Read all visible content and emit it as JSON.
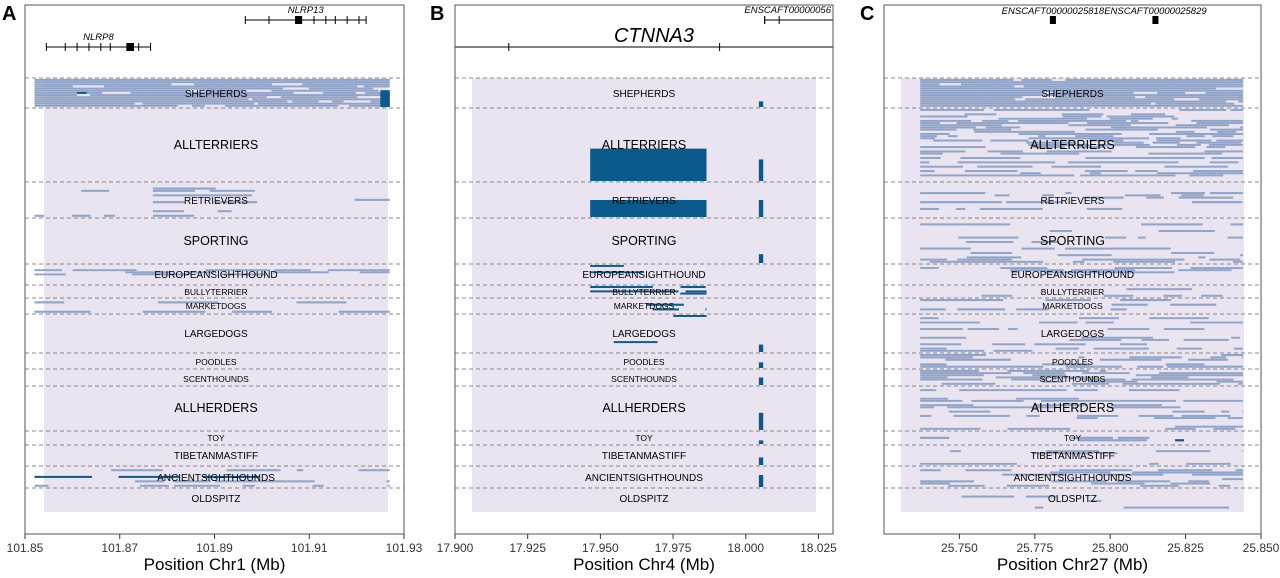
{
  "colors": {
    "panel_background": "#e9e4ef",
    "haplotype_light": "#8fa4c8",
    "haplotype_dark": "#0b5a8c",
    "gene_line": "#000000",
    "frame": "#555555",
    "separator": "#666666"
  },
  "chart_data": [
    {
      "type": "heatmap",
      "panel_letter": "A",
      "xlabel": "Position Chr1 (Mb)",
      "xlim": [
        101.85,
        101.93
      ],
      "x_ticks": [
        101.85,
        101.87,
        101.89,
        101.91,
        101.93
      ],
      "x_tick_labels": [
        "101.85",
        "101.87",
        "101.89",
        "101.91",
        "101.93"
      ],
      "data_range": [
        101.852,
        101.927
      ],
      "genes": [
        {
          "name": "NLRP8",
          "start": 101.8545,
          "end": 101.8765,
          "row": 2,
          "exon_ticks": [
            101.8585,
            101.861,
            101.8635,
            101.866,
            101.868,
            101.8715,
            101.874
          ],
          "major_exon": [
            101.8715,
            101.873
          ]
        },
        {
          "name": "NLRP13",
          "start": 101.8965,
          "end": 101.922,
          "row": 1,
          "exon_ticks": [
            101.9015,
            101.911,
            101.9135,
            101.9155,
            101.918,
            101.9205
          ],
          "major_exon": [
            101.907,
            101.9085
          ]
        }
      ],
      "groups": [
        "SHEPHERDS",
        "ALLTERRIERS",
        "RETRIEVERS",
        "SPORTING",
        "EUROPEANSIGHTHOUND",
        "BULLYTERRIER",
        "MARKETDOGS",
        "LARGEDOGS",
        "POODLES",
        "SCENTHOUNDS",
        "ALLHERDERS",
        "TOY",
        "TIBETANMASTIFF",
        "ANCIENTSIGHTHOUNDS",
        "OLDSPITZ"
      ],
      "bars": [
        {
          "group": "SHEPHERDS",
          "start": 101.852,
          "end": 101.927,
          "level": "light",
          "cover": 0.8
        },
        {
          "group": "SHEPHERDS",
          "start": 101.861,
          "end": 101.863,
          "level": "dark",
          "cover": 0.25
        },
        {
          "group": "SHEPHERDS",
          "start": 101.925,
          "end": 101.927,
          "level": "dark",
          "cover": 0.6
        },
        {
          "group": "RETRIEVERS",
          "start": 101.852,
          "end": 101.927,
          "level": "light",
          "cover": 0.1
        },
        {
          "group": "RETRIEVERS",
          "start": 101.877,
          "end": 101.899,
          "level": "light",
          "cover": 0.25
        },
        {
          "group": "EUROPEANSIGHTHOUND",
          "start": 101.852,
          "end": 101.927,
          "level": "light",
          "cover": 0.12
        },
        {
          "group": "BULLYTERRIER",
          "start": 101.852,
          "end": 101.927,
          "level": "light",
          "cover": 0.2
        },
        {
          "group": "MARKETDOGS",
          "start": 101.852,
          "end": 101.927,
          "level": "light",
          "cover": 0.22
        },
        {
          "group": "ANCIENTSIGHTHOUNDS",
          "start": 101.852,
          "end": 101.927,
          "level": "light",
          "cover": 0.3
        },
        {
          "group": "ANCIENTSIGHTHOUNDS",
          "start": 101.852,
          "end": 101.927,
          "level": "dark",
          "cover": 0.08
        },
        {
          "group": "OLDSPITZ",
          "start": 101.87,
          "end": 101.918,
          "level": "light",
          "cover": 0.1
        }
      ]
    },
    {
      "type": "heatmap",
      "panel_letter": "B",
      "xlabel": "Position Chr4 (Mb)",
      "xlim": [
        17.9,
        18.03
      ],
      "x_ticks": [
        17.9,
        17.925,
        17.95,
        17.975,
        18.0,
        18.025
      ],
      "x_tick_labels": [
        "17.900",
        "17.925",
        "17.950",
        "17.975",
        "18.000",
        "18.025"
      ],
      "data_range": [
        17.905,
        18.026
      ],
      "genes": [
        {
          "name": "ENSCAFT00000056",
          "start": 18.0065,
          "end": 18.031,
          "row": 1,
          "exon_ticks": [
            18.0065,
            18.0115
          ],
          "major_exon": null
        },
        {
          "name": "CTNNA3",
          "start": 17.9,
          "end": 18.03,
          "row": 2,
          "exon_ticks": [
            17.9185,
            17.991
          ],
          "major_exon": null
        }
      ],
      "groups": [
        "SHEPHERDS",
        "ALLTERRIERS",
        "RETRIEVERS",
        "SPORTING",
        "EUROPEANSIGHTHOUND",
        "BULLYTERRIER",
        "MARKETDOGS",
        "LARGEDOGS",
        "POODLES",
        "SCENTHOUNDS",
        "ALLHERDERS",
        "TOY",
        "TIBETANMASTIFF",
        "ANCIENTSIGHTHOUNDS",
        "OLDSPITZ"
      ],
      "bars": [
        {
          "group": "SHEPHERDS",
          "start": 17.9465,
          "end": 17.9865,
          "level": "dark",
          "cover": 0.1
        },
        {
          "group": "SHEPHERDS",
          "start": 18.0045,
          "end": 18.006,
          "level": "dark",
          "cover": 0.2
        },
        {
          "group": "ALLTERRIERS",
          "start": 17.9465,
          "end": 17.9865,
          "level": "dark",
          "cover": 0.45
        },
        {
          "group": "ALLTERRIERS",
          "start": 18.0045,
          "end": 18.006,
          "level": "dark",
          "cover": 0.3
        },
        {
          "group": "RETRIEVERS",
          "start": 17.9465,
          "end": 17.9865,
          "level": "dark",
          "cover": 0.5
        },
        {
          "group": "RETRIEVERS",
          "start": 18.0045,
          "end": 18.006,
          "level": "dark",
          "cover": 0.5
        },
        {
          "group": "SPORTING",
          "start": 17.9465,
          "end": 17.9865,
          "level": "dark",
          "cover": 0.05
        },
        {
          "group": "SPORTING",
          "start": 18.0045,
          "end": 18.006,
          "level": "dark",
          "cover": 0.2
        },
        {
          "group": "EUROPEANSIGHTHOUND",
          "start": 17.9465,
          "end": 17.9865,
          "level": "dark",
          "cover": 0.2
        },
        {
          "group": "BULLYTERRIER",
          "start": 17.9465,
          "end": 17.9865,
          "level": "dark",
          "cover": 0.3
        },
        {
          "group": "MARKETDOGS",
          "start": 17.9465,
          "end": 17.9865,
          "level": "dark",
          "cover": 0.15
        },
        {
          "group": "LARGEDOGS",
          "start": 17.9465,
          "end": 17.9865,
          "level": "dark",
          "cover": 0.2
        },
        {
          "group": "LARGEDOGS",
          "start": 18.0045,
          "end": 18.006,
          "level": "dark",
          "cover": 0.2
        },
        {
          "group": "POODLES",
          "start": 18.0045,
          "end": 18.006,
          "level": "dark",
          "cover": 0.4
        },
        {
          "group": "SCENTHOUNDS",
          "start": 18.0045,
          "end": 18.006,
          "level": "dark",
          "cover": 0.5
        },
        {
          "group": "ALLHERDERS",
          "start": 17.9465,
          "end": 17.9865,
          "level": "dark",
          "cover": 0.07
        },
        {
          "group": "ALLHERDERS",
          "start": 18.0045,
          "end": 18.006,
          "level": "dark",
          "cover": 0.4
        },
        {
          "group": "TOY",
          "start": 18.0045,
          "end": 18.006,
          "level": "dark",
          "cover": 0.3
        },
        {
          "group": "TIBETANMASTIFF",
          "start": 18.0045,
          "end": 18.006,
          "level": "dark",
          "cover": 0.4
        },
        {
          "group": "ANCIENTSIGHTHOUNDS",
          "start": 18.0045,
          "end": 18.006,
          "level": "dark",
          "cover": 0.6
        }
      ]
    },
    {
      "type": "heatmap",
      "panel_letter": "C",
      "xlabel": "Position Chr27 (Mb)",
      "xlim": [
        25.725,
        25.85
      ],
      "x_ticks": [
        25.75,
        25.775,
        25.8,
        25.825,
        25.85
      ],
      "x_tick_labels": [
        "25.750",
        "25.775",
        "25.800",
        "25.825",
        "25.850"
      ],
      "data_range": [
        25.737,
        25.844
      ],
      "genes": [
        {
          "name": "ENSCAFT00000025818",
          "start": 25.78,
          "end": 25.782,
          "row": 1,
          "exon_ticks": [],
          "major_exon": [
            25.78,
            25.782
          ]
        },
        {
          "name": "ENSCAFT00000025829",
          "start": 25.814,
          "end": 25.816,
          "row": 1,
          "exon_ticks": [],
          "major_exon": [
            25.814,
            25.816
          ]
        }
      ],
      "groups": [
        "SHEPHERDS",
        "ALLTERRIERS",
        "RETRIEVERS",
        "SPORTING",
        "EUROPEANSIGHTHOUND",
        "BULLYTERRIER",
        "MARKETDOGS",
        "LARGEDOGS",
        "POODLES",
        "SCENTHOUNDS",
        "ALLHERDERS",
        "TOY",
        "TIBETANMASTIFF",
        "ANCIENTSIGHTHOUNDS",
        "OLDSPITZ"
      ],
      "bars": [
        {
          "group": "SHEPHERDS",
          "start": 25.737,
          "end": 25.844,
          "level": "light",
          "cover": 0.85
        },
        {
          "group": "ALLTERRIERS",
          "start": 25.737,
          "end": 25.844,
          "level": "light",
          "cover": 0.45
        },
        {
          "group": "RETRIEVERS",
          "start": 25.737,
          "end": 25.844,
          "level": "light",
          "cover": 0.3
        },
        {
          "group": "SPORTING",
          "start": 25.737,
          "end": 25.844,
          "level": "light",
          "cover": 0.22
        },
        {
          "group": "EUROPEANSIGHTHOUND",
          "start": 25.737,
          "end": 25.844,
          "level": "light",
          "cover": 0.3
        },
        {
          "group": "EUROPEANSIGHTHOUND",
          "start": 25.8225,
          "end": 25.8265,
          "level": "dark",
          "cover": 0.1
        },
        {
          "group": "BULLYTERRIER",
          "start": 25.737,
          "end": 25.844,
          "level": "light",
          "cover": 0.18
        },
        {
          "group": "MARKETDOGS",
          "start": 25.737,
          "end": 25.844,
          "level": "light",
          "cover": 0.2
        },
        {
          "group": "LARGEDOGS",
          "start": 25.737,
          "end": 25.844,
          "level": "light",
          "cover": 0.18
        },
        {
          "group": "POODLES",
          "start": 25.737,
          "end": 25.844,
          "level": "light",
          "cover": 0.3
        },
        {
          "group": "SCENTHOUNDS",
          "start": 25.737,
          "end": 25.844,
          "level": "light",
          "cover": 0.5
        },
        {
          "group": "ALLHERDERS",
          "start": 25.737,
          "end": 25.844,
          "level": "light",
          "cover": 0.35
        },
        {
          "group": "TOY",
          "start": 25.737,
          "end": 25.844,
          "level": "light",
          "cover": 0.3
        },
        {
          "group": "TOY",
          "start": 25.8215,
          "end": 25.8255,
          "level": "dark",
          "cover": 0.15
        },
        {
          "group": "TIBETANMASTIFF",
          "start": 25.737,
          "end": 25.844,
          "level": "light",
          "cover": 0.3
        },
        {
          "group": "ANCIENTSIGHTHOUNDS",
          "start": 25.737,
          "end": 25.844,
          "level": "light",
          "cover": 0.3
        },
        {
          "group": "OLDSPITZ",
          "start": 25.737,
          "end": 25.844,
          "level": "light",
          "cover": 0.15
        }
      ]
    }
  ]
}
